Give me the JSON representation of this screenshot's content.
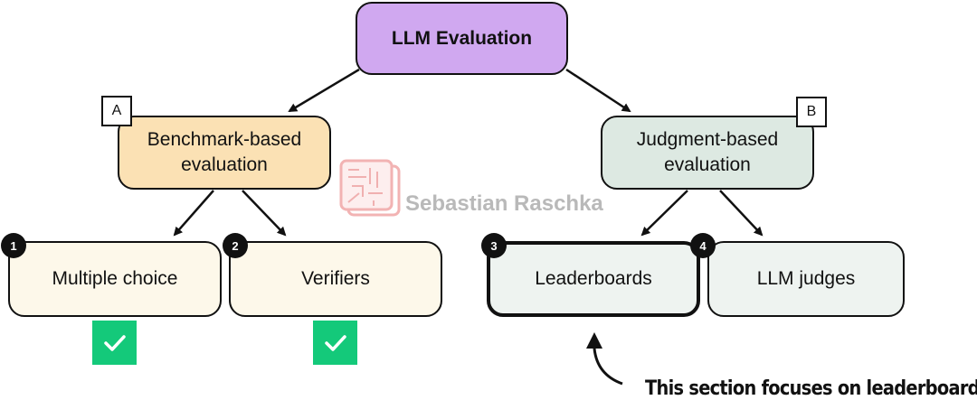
{
  "root": {
    "label": "LLM Evaluation"
  },
  "branches": [
    {
      "tag": "A",
      "label_line1": "Benchmark-based",
      "label_line2": "evaluation",
      "color": "#fbe1b4"
    },
    {
      "tag": "B",
      "label_line1": "Judgment-based",
      "label_line2": "evaluation",
      "color": "#dde9e2"
    }
  ],
  "leaves": [
    {
      "number": "1",
      "label": "Multiple choice",
      "checked": true
    },
    {
      "number": "2",
      "label": "Verifiers",
      "checked": true
    },
    {
      "number": "3",
      "label": "Leaderboards",
      "highlighted": true
    },
    {
      "number": "4",
      "label": "LLM judges"
    }
  ],
  "watermark": "Sebastian Raschka",
  "annotation": "This section focuses on leaderboards",
  "colors": {
    "root": "#d0a8f0",
    "check": "#14c97a"
  }
}
